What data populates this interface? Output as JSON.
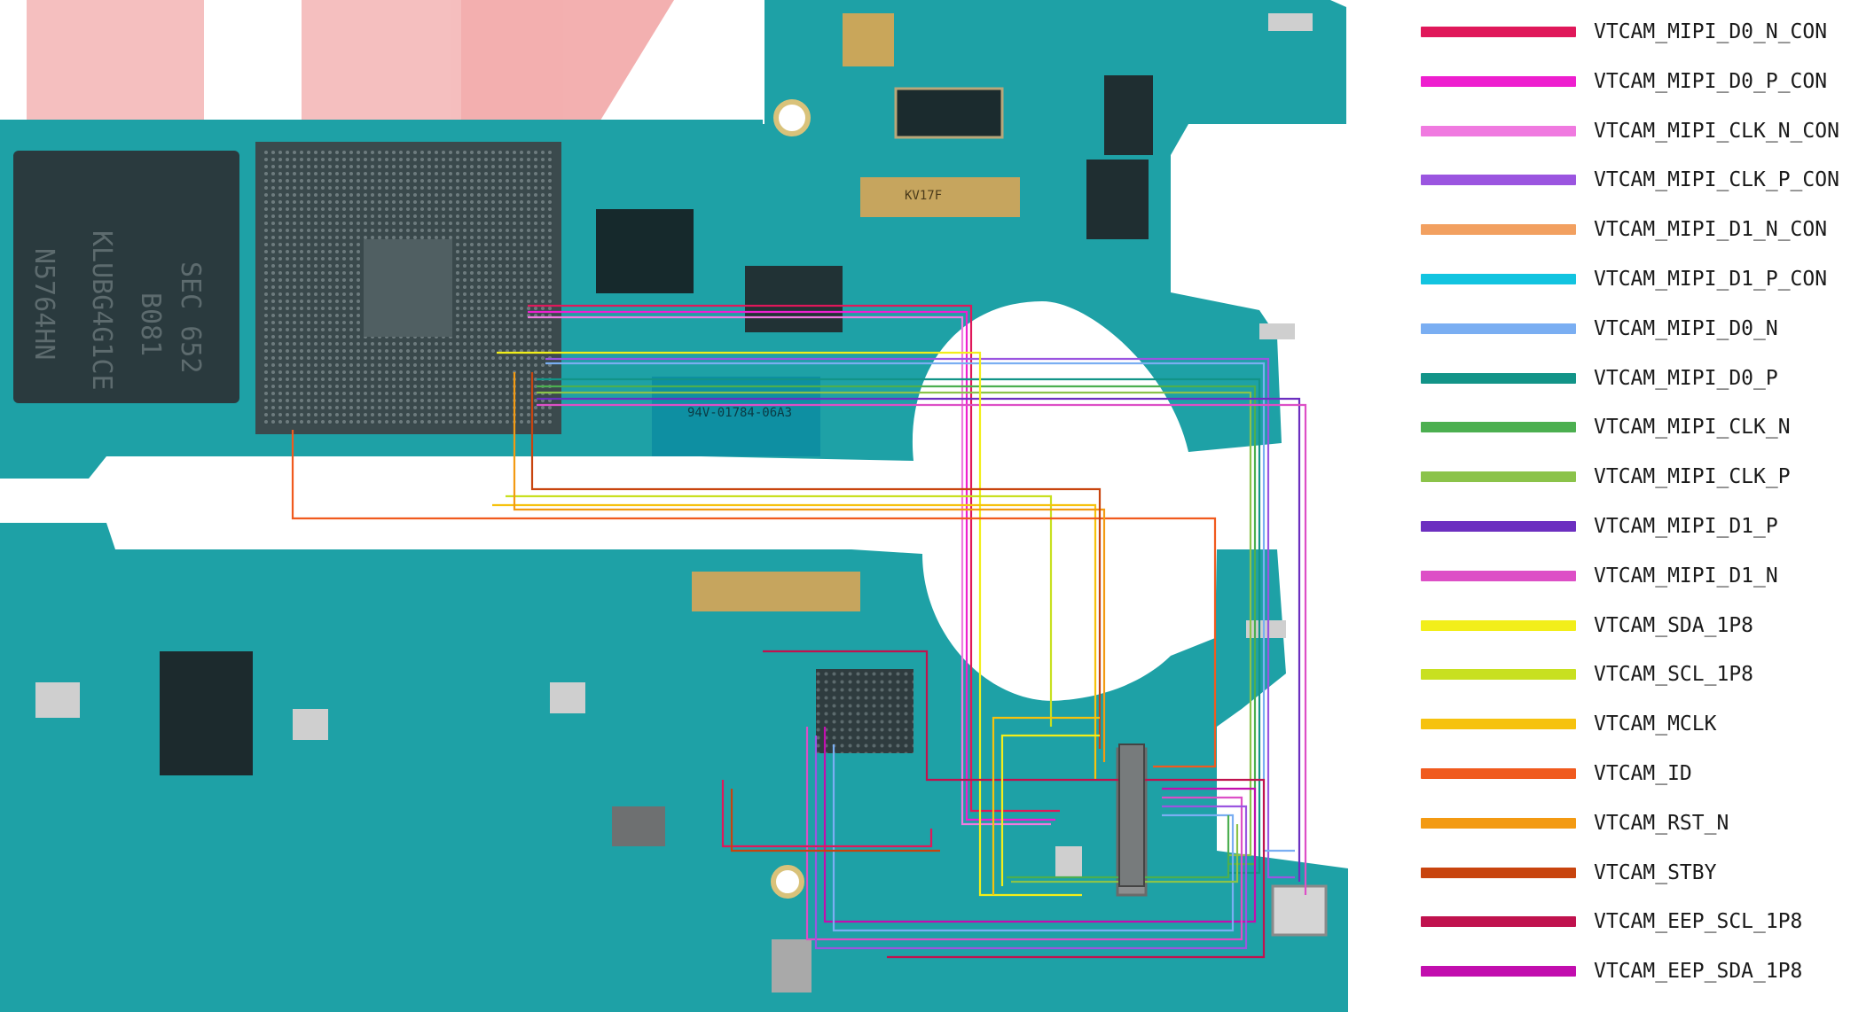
{
  "legend": {
    "items": [
      {
        "label": "VTCAM_MIPI_D0_N_CON",
        "color": "#e0185a"
      },
      {
        "label": "VTCAM_MIPI_D0_P_CON",
        "color": "#ee1fcf"
      },
      {
        "label": "VTCAM_MIPI_CLK_N_CON",
        "color": "#f07ae0"
      },
      {
        "label": "VTCAM_MIPI_CLK_P_CON",
        "color": "#9b55e0"
      },
      {
        "label": "VTCAM_MIPI_D1_N_CON",
        "color": "#f2a060"
      },
      {
        "label": "VTCAM_MIPI_D1_P_CON",
        "color": "#12c4e0"
      },
      {
        "label": "VTCAM_MIPI_D0_N",
        "color": "#7aaef2"
      },
      {
        "label": "VTCAM_MIPI_D0_P",
        "color": "#129488"
      },
      {
        "label": "VTCAM_MIPI_CLK_N",
        "color": "#4caf50"
      },
      {
        "label": "VTCAM_MIPI_CLK_P",
        "color": "#8bc34a"
      },
      {
        "label": "VTCAM_MIPI_D1_P",
        "color": "#6c2fc0"
      },
      {
        "label": "VTCAM_MIPI_D1_N",
        "color": "#dd4fc6"
      },
      {
        "label": "VTCAM_SDA_1P8",
        "color": "#f2ee1a"
      },
      {
        "label": "VTCAM_SCL_1P8",
        "color": "#c8e020"
      },
      {
        "label": "VTCAM_MCLK",
        "color": "#f6c20e"
      },
      {
        "label": "VTCAM_ID",
        "color": "#f05a1e"
      },
      {
        "label": "VTCAM_RST_N",
        "color": "#f39a12"
      },
      {
        "label": "VTCAM_STBY",
        "color": "#c8440e"
      },
      {
        "label": "VTCAM_EEP_SCL_1P8",
        "color": "#c0124e"
      },
      {
        "label": "VTCAM_EEP_SDA_1P8",
        "color": "#c20eae"
      }
    ]
  },
  "board": {
    "pcb_color": "#1ea1a6",
    "pcb_dark": "#147a80",
    "watermark_color": "#f2a7a7",
    "chip_markings": {
      "memory": [
        "SEC 652",
        "B081",
        "KLUBG4G1CE",
        "N5764HN"
      ],
      "pcb_code": "94V-01784-06A3",
      "connector_code": "KV17F"
    }
  }
}
